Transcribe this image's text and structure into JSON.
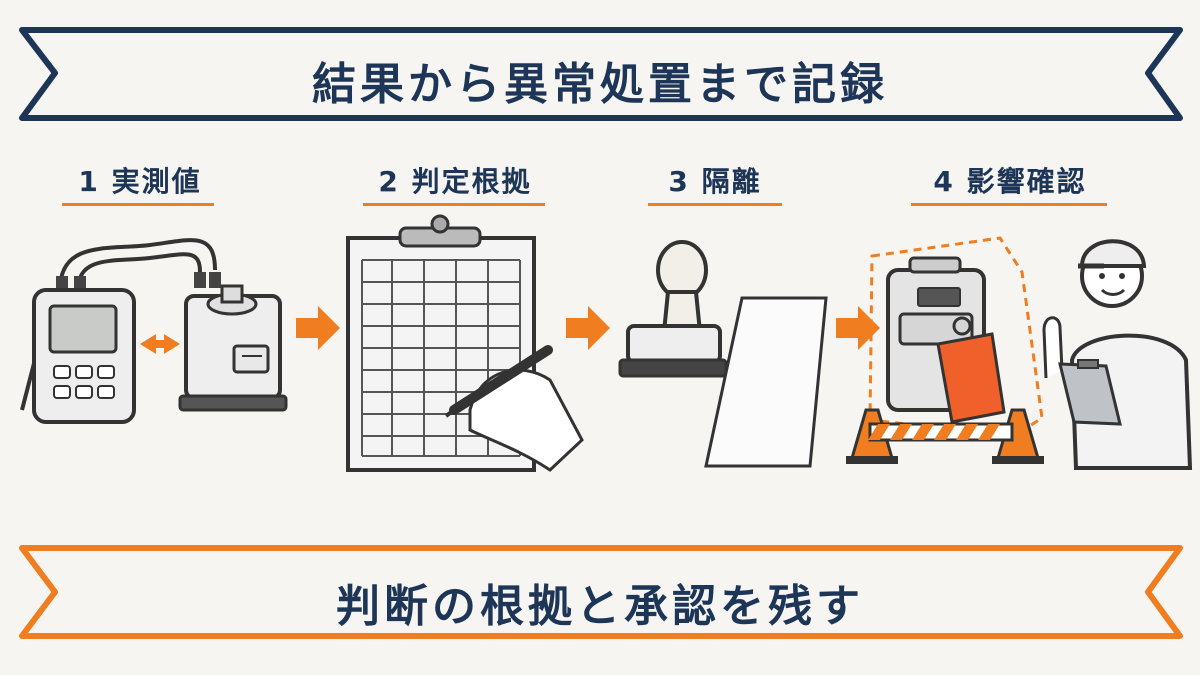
{
  "title": "結果から異常処置まで記録",
  "footer": "判断の根拠と承認を残す",
  "steps": [
    {
      "number": "1",
      "label": "実測値"
    },
    {
      "number": "2",
      "label": "判定根拠"
    },
    {
      "number": "3",
      "label": "隔離"
    },
    {
      "number": "4",
      "label": "影響確認"
    }
  ],
  "colors": {
    "navy": "#1d3557",
    "orange": "#f07d1f",
    "background": "#f7f5f1"
  },
  "icons": [
    "measuring-meter-icon",
    "instrument-device-icon",
    "clipboard-form-icon",
    "pen-hand-icon",
    "stamp-icon",
    "paper-sheet-icon",
    "tagged-equipment-icon",
    "barrier-icon",
    "inspector-worker-icon"
  ]
}
